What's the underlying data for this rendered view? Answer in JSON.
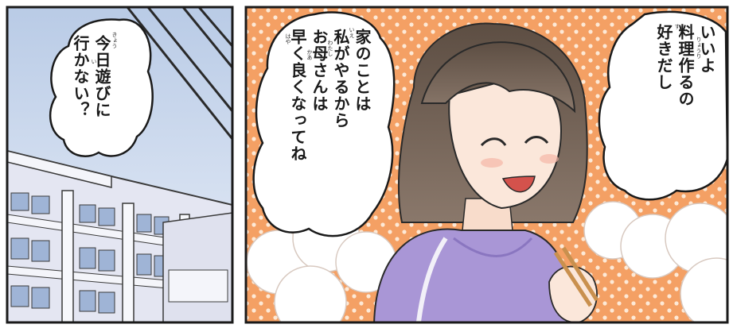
{
  "panels": [
    {
      "id": "left",
      "bubble": {
        "lines": [
          "今日遊びに",
          "行かない？"
        ],
        "furigana": {
          "今日": "きょう",
          "遊": "あそ",
          "行": "い"
        }
      }
    },
    {
      "id": "right",
      "bubbles": [
        {
          "lines": [
            "家のことは",
            "私がやるから",
            "お母さんは",
            "早く良くなってね"
          ],
          "furigana": {
            "家": "いえ",
            "私": "わたし",
            "母": "かあ",
            "早": "はや",
            "良": "よ"
          }
        },
        {
          "lines": [
            "いいよ",
            "料理作るの",
            "好きだし"
          ],
          "furigana": {
            "料理": "りょうり",
            "作": "つく",
            "好": "す"
          }
        }
      ]
    }
  ],
  "colors": {
    "panel_border": "#1a1a1a",
    "sky": "#c9d8ec",
    "building": "#e4e6f2",
    "background_orange": "#f4a064",
    "hair": "#6b5a4e",
    "skin": "#fbe7da",
    "hoodie": "#a996d6"
  }
}
